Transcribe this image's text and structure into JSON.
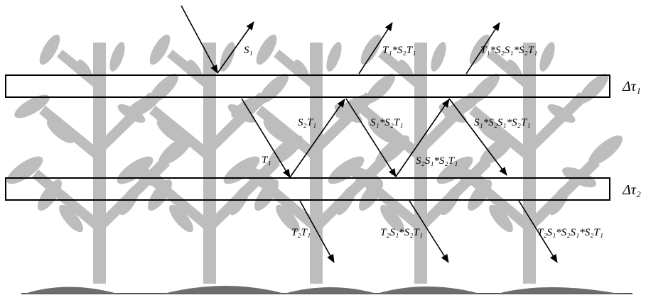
{
  "layers": [
    {
      "id": "layer-1",
      "label": "Δτ₁"
    },
    {
      "id": "layer-2",
      "label": "Δτ₂"
    }
  ],
  "paths": [
    {
      "id": "incident",
      "label": ""
    },
    {
      "id": "S1",
      "label": "S₁"
    },
    {
      "id": "T1",
      "label": "T₁"
    },
    {
      "id": "S2T1",
      "label": "S₂T₁"
    },
    {
      "id": "T2T1",
      "label": "T₂T₁"
    },
    {
      "id": "T1S2T1",
      "label": "T₁*S₂T₁"
    },
    {
      "id": "S1S2T1",
      "label": "S₁*S₂T₁"
    },
    {
      "id": "S2S1S2T1",
      "label": "S₂S₁*S₂T₁"
    },
    {
      "id": "T2S1S2T1",
      "label": "T₂S₁*S₂T₁"
    },
    {
      "id": "T1S2S1S2T1",
      "label": "T₁*S₂S₁*S₂T₁"
    },
    {
      "id": "S1S2S1S2T1",
      "label": "S₁*S₂S₁*S₂T₁"
    },
    {
      "id": "T2S1S2S1S2T1",
      "label": "T₂S₁*S₂S₁*S₂T₁"
    }
  ],
  "colors": {
    "vegetation": "#bdbdbd",
    "ground": "#6e6e6e",
    "ray": "#000000",
    "layer_border": "#000000"
  }
}
